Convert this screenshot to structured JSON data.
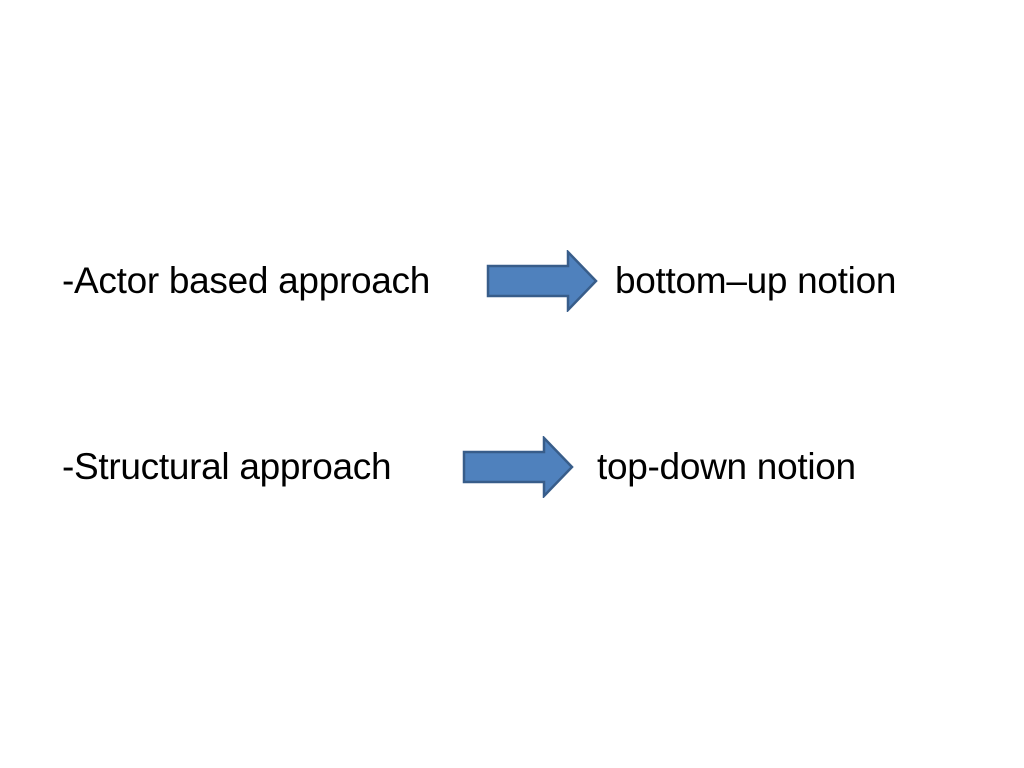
{
  "diagram": {
    "rows": [
      {
        "left": "-Actor based approach",
        "right": "bottom–up notion"
      },
      {
        "left": "-Structural approach",
        "right": "top-down notion"
      }
    ]
  },
  "colors": {
    "arrow_fill": "#4f81bd",
    "arrow_stroke": "#385d8a",
    "text": "#000000",
    "background": "#ffffff"
  },
  "icons": {
    "connector": "right-arrow-icon"
  }
}
